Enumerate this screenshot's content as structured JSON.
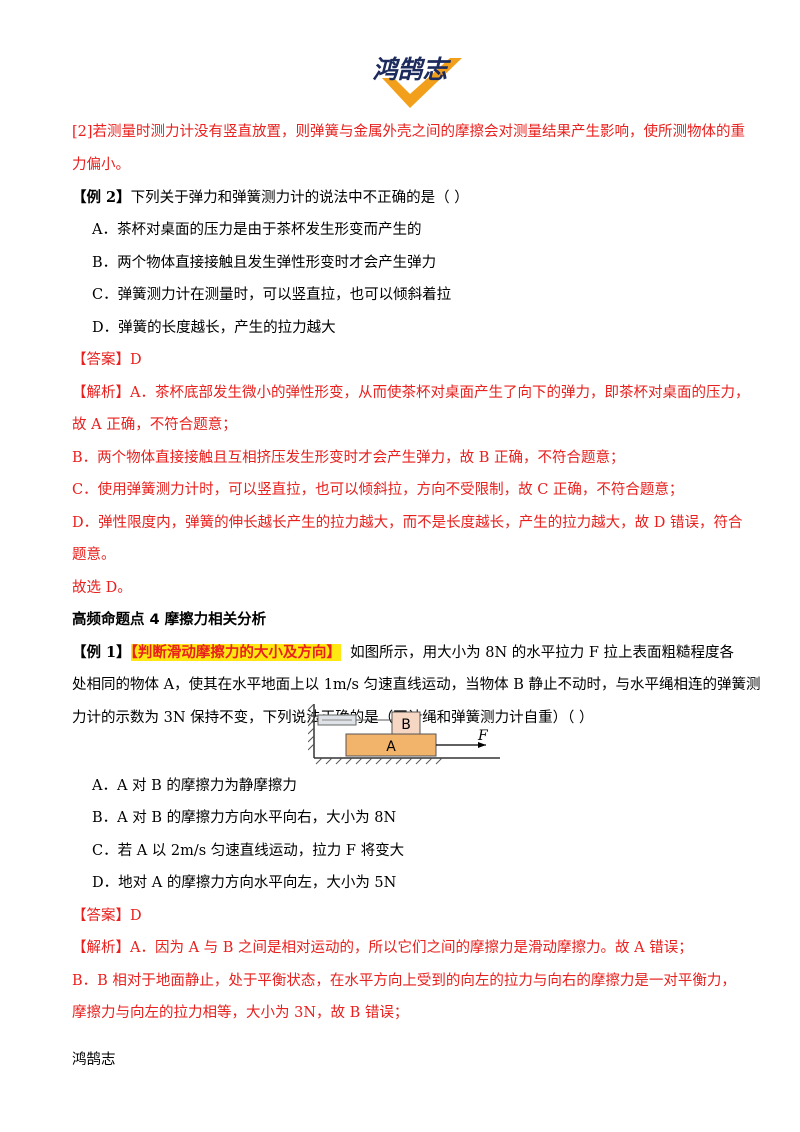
{
  "header": {
    "logo_text": "鸿鹄志"
  },
  "lines": {
    "l1": "[2]若测量时测力计没有竖直放置，则弹簧与金属外壳之间的摩擦会对测量结果产生影响，使所测物体的重",
    "l2": "力偏小。",
    "ex2_tag": "【例 2】",
    "ex2_q": "下列关于弹力和弹簧测力计的说法中不正确的是（        ）",
    "ex2_a": "A．茶杯对桌面的压力是由于茶杯发生形变而产生的",
    "ex2_b": "B．两个物体直接接触且发生弹性形变时才会产生弹力",
    "ex2_c": "C．弹簧测力计在测量时，可以竖直拉，也可以倾斜着拉",
    "ex2_d": "D．弹簧的长度越长，产生的拉力越大",
    "ans2": "【答案】D",
    "exp2_1": "【解析】A．茶杯底部发生微小的弹性形变，从而使茶杯对桌面产生了向下的弹力，即茶杯对桌面的压力，",
    "exp2_2": "故 A 正确，不符合题意；",
    "exp2_3": "B．两个物体直接接触且互相挤压发生形变时才会产生弹力，故 B 正确，不符合题意；",
    "exp2_4": "C．使用弹簧测力计时，可以竖直拉，也可以倾斜拉，方向不受限制，故 C 正确，不符合题意；",
    "exp2_5": "D．弹性限度内，弹簧的伸长越长产生的拉力越大，而不是长度越长，产生的拉力越大，故 D 错误，符合",
    "exp2_6": "题意。",
    "sel2": "故选 D。",
    "sec4": "高频命题点 4    摩擦力相关分析",
    "ex1_tag": "【例 1】",
    "ex1_hl": "【判断滑动摩擦力的大小及方向】",
    "ex1_q1": "如图所示，用大小为 8N 的水平拉力 F 拉上表面粗糙程度各",
    "ex1_q2": "处相同的物体 A，使其在水平地面上以 1m/s 匀速直线运动，当物体 B 静止不动时，与水平绳相连的弹簧测",
    "ex1_q3": "力计的示数为 3N 保持不变，下列说法正确的是（不计绳和弹簧测力计自重）（        ）",
    "ex1_a": "A．A 对 B 的摩擦力为静摩擦力",
    "ex1_b": "B．A 对 B 的摩擦力方向水平向右，大小为 8N",
    "ex1_c": "C．若 A 以 2m/s 匀速直线运动，拉力 F 将变大",
    "ex1_d": "D．地对 A 的摩擦力方向水平向左，大小为 5N",
    "ans1": "【答案】D",
    "exp1_1": "【解析】A．因为 A 与 B 之间是相对运动的，所以它们之间的摩擦力是滑动摩擦力。故 A 错误；",
    "exp1_2": "B．B 相对于地面静止，处于平衡状态，在水平方向上受到的向左的拉力与向右的摩擦力是一对平衡力，",
    "exp1_3": "摩擦力与向左的拉力相等，大小为 3N，故 B 错误；"
  },
  "figure": {
    "label_a": "A",
    "label_b": "B",
    "label_f": "F"
  },
  "footer": {
    "text": "鸿鹄志"
  },
  "colors": {
    "answer_red": "#e8201e",
    "highlight": "#ffe812",
    "block_a": "#f2b46b",
    "block_b": "#f6d7c4",
    "logo_navy": "#1c2a5c",
    "logo_orange": "#f2a01c"
  }
}
